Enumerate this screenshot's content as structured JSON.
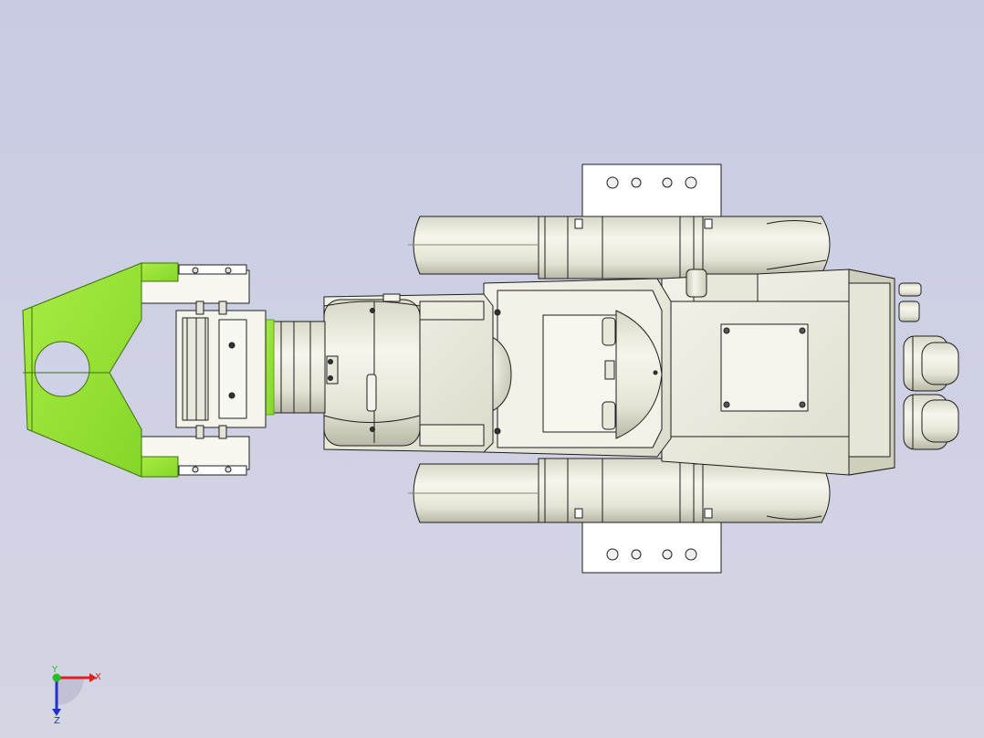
{
  "viewport": {
    "background_top": "#c9cbe4",
    "background_bottom": "#d5d6e4"
  },
  "model": {
    "part_fill": "#ececdf",
    "part_shade": "#c8c8b6",
    "edge_color": "#1e1e1e",
    "highlight_color": "#9be23a",
    "highlight_edge": "#5fa81c"
  },
  "triad": {
    "x_label": "X",
    "y_label": "Y",
    "z_label": "Z",
    "x_color": "#e02020",
    "y_color": "#20c020",
    "z_color": "#2030d0"
  }
}
